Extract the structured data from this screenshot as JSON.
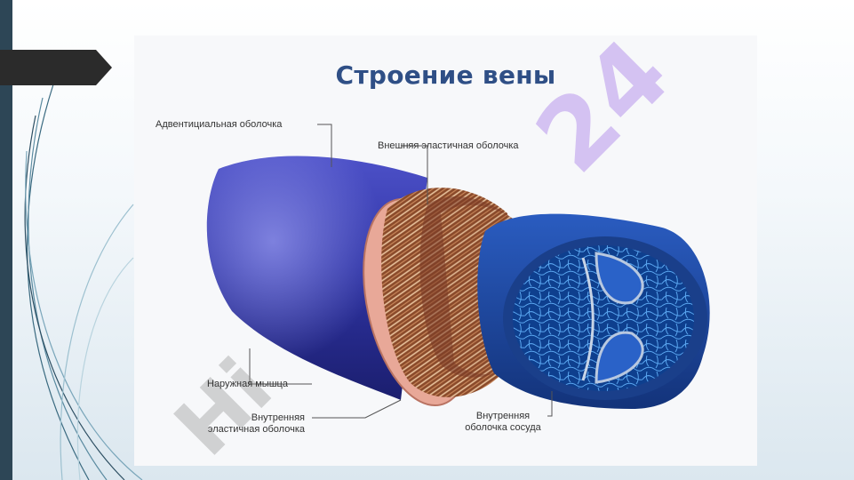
{
  "figure": {
    "title": "Строение вены",
    "labels": {
      "adventitia": "Адвентициальная оболочка",
      "outer_elastic": "Внешняя эластичная оболочка",
      "outer_muscle": "Наружная мышца",
      "inner_elastic_line1": "Внутренняя",
      "inner_elastic_line2": "эластичная оболочка",
      "intima_line1": "Внутренняя",
      "intima_line2": "оболочка сосуда"
    },
    "watermark": "Hi... 24"
  },
  "colors": {
    "left_bar": "#2d4656",
    "arrow_tab": "#2b2b2b",
    "title": "#2f4f86",
    "vein_outer": "#2a2e9a",
    "intima": "#1f4fa8",
    "watermark_violet": "#c9b0f0",
    "watermark_gray": "#8a8a8a"
  }
}
